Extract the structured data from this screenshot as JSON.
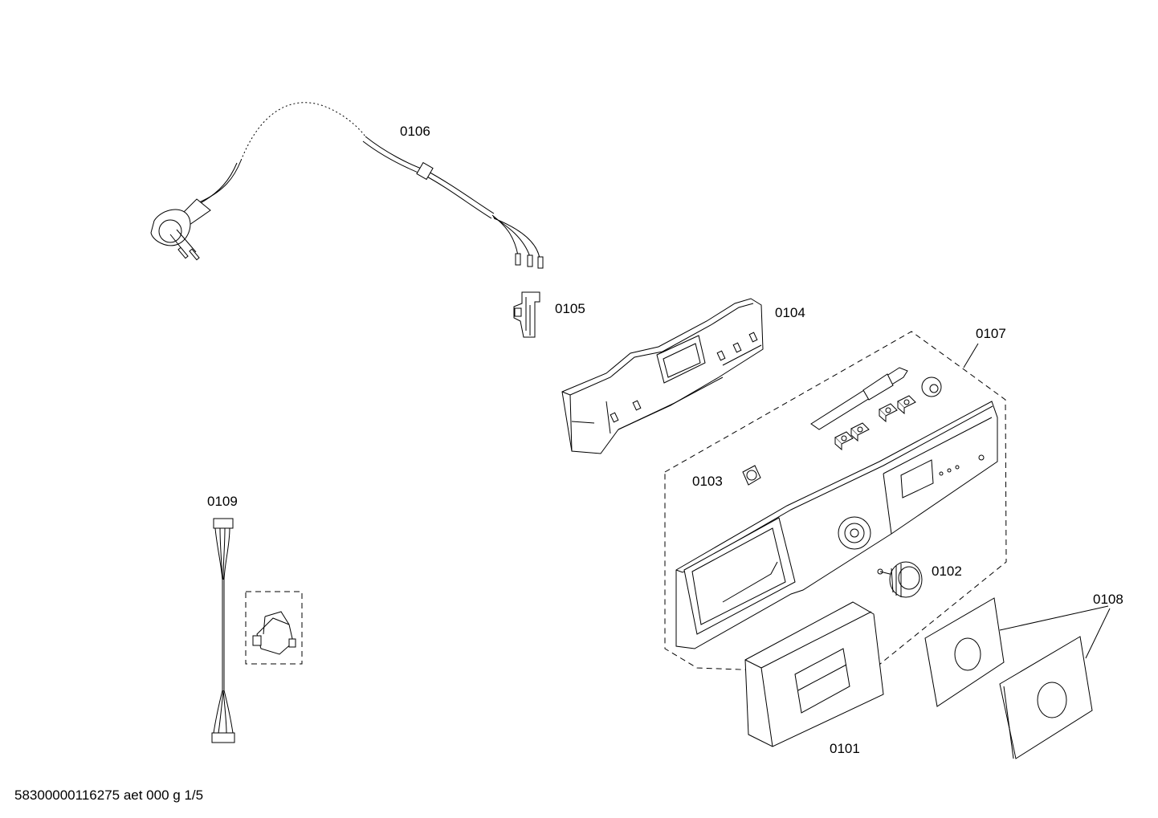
{
  "parts": [
    {
      "id": "0106",
      "name": "power-cord"
    },
    {
      "id": "0105",
      "name": "connector-clip"
    },
    {
      "id": "0104",
      "name": "control-module-housing"
    },
    {
      "id": "0107",
      "name": "fascia-panel-assembly"
    },
    {
      "id": "0103",
      "name": "button-cap"
    },
    {
      "id": "0102",
      "name": "selector-knob"
    },
    {
      "id": "0108",
      "name": "cover-plates"
    },
    {
      "id": "0101",
      "name": "detergent-drawer-handle"
    },
    {
      "id": "0109",
      "name": "wiring-harness"
    }
  ],
  "footer": {
    "doc_code": "58300000116275 aet 000 g 1/5"
  }
}
